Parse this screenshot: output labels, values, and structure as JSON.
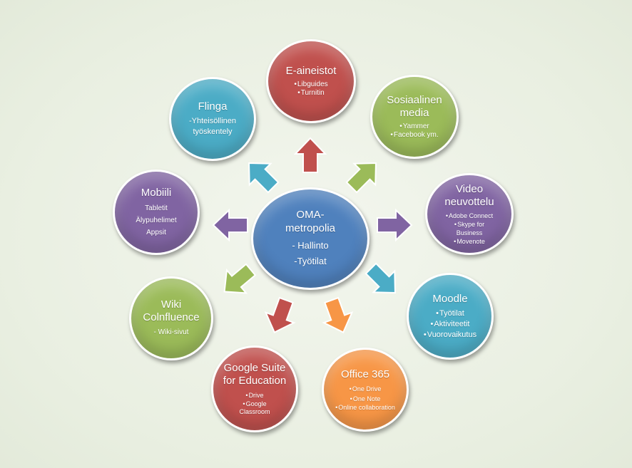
{
  "colors": {
    "red": "#c0504d",
    "blue": "#4f81bd",
    "green": "#9bbb59",
    "purple": "#8064a2",
    "teal": "#4bacc6",
    "orange": "#f79646"
  },
  "center": {
    "title": "OMA-\nmetropolia",
    "items": [
      "- Hallinto",
      "-Työtilat"
    ]
  },
  "nodes": {
    "e_aineistot": {
      "title": "E-aineistot",
      "items": [
        "Libguides",
        "Turnitin"
      ]
    },
    "sosiaalinen_media": {
      "title": "Sosiaalinen media",
      "items": [
        "Yammer",
        "Facebook ym."
      ]
    },
    "video_neuvottelu": {
      "title": "Video neuvottelu",
      "items": [
        "Adobe Connect",
        "Skype for Business",
        "Movenote"
      ]
    },
    "moodle": {
      "title": "Moodle",
      "items": [
        "Työtilat",
        "Aktiviteetit",
        "Vuorovaikutus"
      ]
    },
    "office365": {
      "title": "Office 365",
      "items": [
        "One Drive",
        "One Note",
        "Online collaboration"
      ]
    },
    "google": {
      "title": "Google Suite for Education",
      "items": [
        "Drive",
        "Google Classroom"
      ]
    },
    "wiki": {
      "title": "Wiki Colnfluence",
      "items": [
        "- Wiki-sivut"
      ]
    },
    "mobiili": {
      "title": "Mobiili",
      "items": [
        "Tabletit",
        "Älypuhelimet",
        "Appsit"
      ]
    },
    "flinga": {
      "title": "Flinga",
      "items": [
        "-Yhteisöllinen työskentely"
      ]
    }
  },
  "arrows": [
    {
      "id": "arrow-up",
      "color": "red"
    },
    {
      "id": "arrow-up-right",
      "color": "green"
    },
    {
      "id": "arrow-right",
      "color": "purple"
    },
    {
      "id": "arrow-down-right",
      "color": "teal"
    },
    {
      "id": "arrow-down-right-2",
      "color": "orange"
    },
    {
      "id": "arrow-down-left",
      "color": "red"
    },
    {
      "id": "arrow-left-down",
      "color": "green"
    },
    {
      "id": "arrow-left",
      "color": "purple"
    },
    {
      "id": "arrow-up-left",
      "color": "teal"
    }
  ]
}
